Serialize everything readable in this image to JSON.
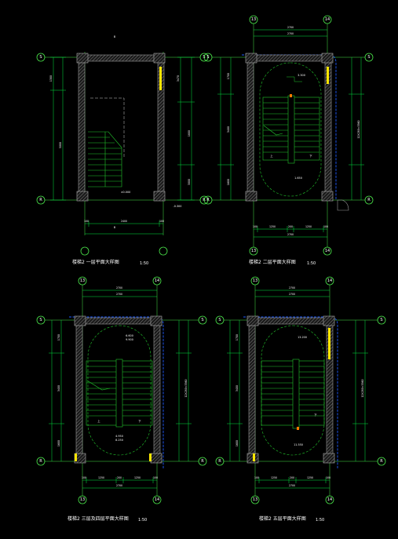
{
  "plans": [
    {
      "id": "p1",
      "title": "楼梯2  一层平面大样图",
      "scale": "1:50",
      "grid_h_top": "S",
      "grid_h_bottom": "R",
      "grid_v_left": "",
      "grid_v_right": "",
      "top_dims": [],
      "bottom_dims": [
        "100",
        "2400",
        "100"
      ],
      "bottom_total": "",
      "left_dims": [
        "1300",
        "5000"
      ],
      "right_dims": [
        "3470",
        "1800",
        "3000"
      ],
      "notes": [
        "B",
        "B",
        "±0.000",
        "-0.300"
      ]
    },
    {
      "id": "p2",
      "title": "楼梯2  二层平面大样图",
      "scale": "1:50",
      "grid_h_top": "S",
      "grid_h_bottom": "R",
      "grid_v_left": "13",
      "grid_v_right": "14",
      "top_dims": [
        "2700"
      ],
      "top_total": "2700",
      "bottom_dims": [
        "100",
        "1250",
        "200",
        "1250",
        "100"
      ],
      "bottom_total": "2700",
      "left_dims": [
        "1700",
        "3400",
        "1600"
      ],
      "right_dims": [
        "12X280=3360"
      ],
      "notes": [
        "3.300",
        "上",
        "下",
        "1.650"
      ]
    },
    {
      "id": "p3",
      "title": "楼梯2  三层及四层平面大样图",
      "scale": "1:50",
      "grid_h_top": "S",
      "grid_h_bottom": "R",
      "grid_v_left": "13",
      "grid_v_right": "14",
      "top_dims": [
        "2700"
      ],
      "top_total": "2700",
      "bottom_dims": [
        "100",
        "1250",
        "200",
        "1250",
        "100"
      ],
      "bottom_total": "2700",
      "left_dims": [
        "1700",
        "3400",
        "1600"
      ],
      "right_dims": [
        "12X280=3360"
      ],
      "notes": [
        "6.600",
        "9.900",
        "上",
        "下",
        "4.950",
        "8.250"
      ]
    },
    {
      "id": "p4",
      "title": "楼梯2  五层平面大样图",
      "scale": "1:50",
      "grid_h_top": "S",
      "grid_h_bottom": "R",
      "grid_v_left": "13",
      "grid_v_right": "14",
      "top_dims": [
        "2700"
      ],
      "top_total": "2700",
      "bottom_dims": [
        "100",
        "1250",
        "200",
        "1250",
        "100"
      ],
      "bottom_total": "2700",
      "left_dims": [
        "1700",
        "3400",
        "1600"
      ],
      "right_dims": [
        "12X280=3360"
      ],
      "notes": [
        "13.200",
        "下",
        "11.550"
      ]
    }
  ],
  "colors": {
    "background": "#000000",
    "wall": "#9a9a9a",
    "stair": "#22c52c",
    "dimension": "#00e640",
    "axis": "#4be84b",
    "rail": "#1e5bff",
    "accent": "#ffe600",
    "text": "#ffffff"
  }
}
